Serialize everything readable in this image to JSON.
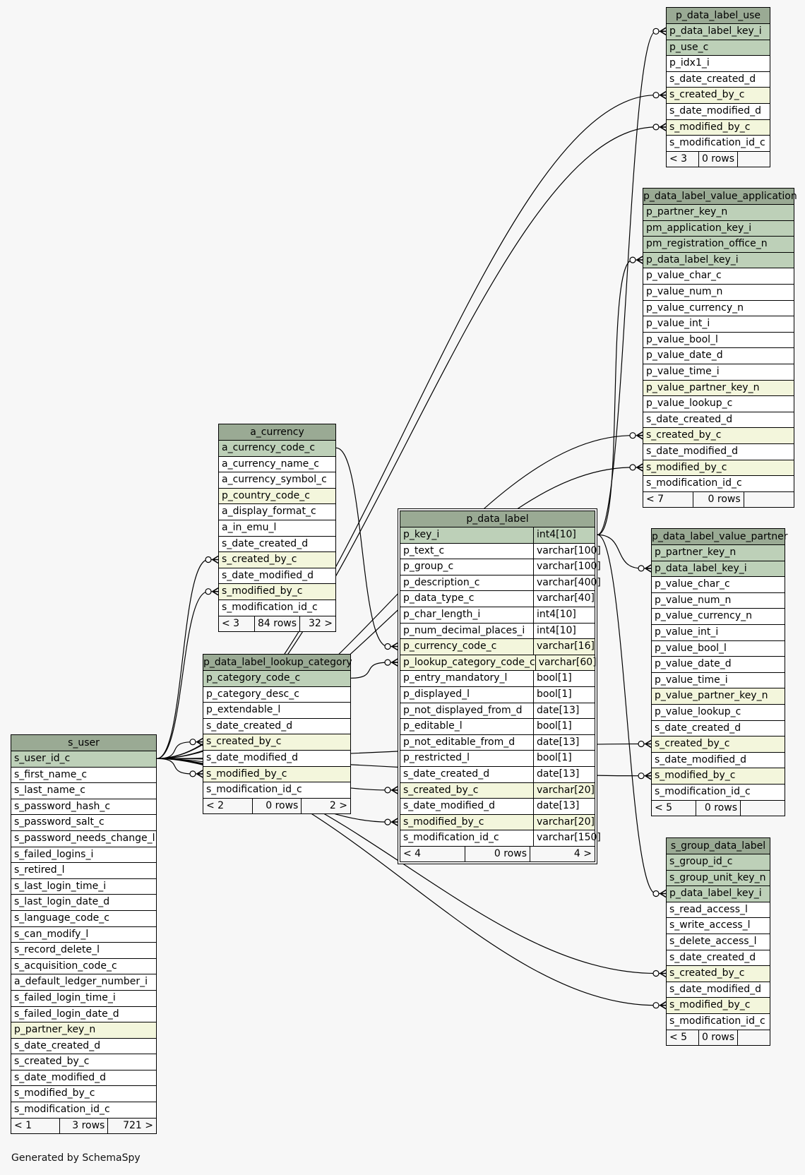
{
  "tables": [
    {
      "id": "p_data_label_use",
      "name": "p_data_label_use",
      "focus": false,
      "rows": [
        {
          "n": "p_data_label_key_i",
          "k": "pk"
        },
        {
          "n": "p_use_c",
          "k": "pk"
        },
        {
          "n": "p_idx1_i",
          "k": ""
        },
        {
          "n": "s_date_created_d",
          "k": ""
        },
        {
          "n": "s_created_by_c",
          "k": "fk"
        },
        {
          "n": "s_date_modified_d",
          "k": ""
        },
        {
          "n": "s_modified_by_c",
          "k": "fk"
        },
        {
          "n": "s_modification_id_c",
          "k": ""
        }
      ],
      "footer": [
        "< 3",
        "0 rows",
        ""
      ]
    },
    {
      "id": "p_data_label_value_application",
      "name": "p_data_label_value_application",
      "focus": false,
      "rows": [
        {
          "n": "p_partner_key_n",
          "k": "pk"
        },
        {
          "n": "pm_application_key_i",
          "k": "pk"
        },
        {
          "n": "pm_registration_office_n",
          "k": "pk"
        },
        {
          "n": "p_data_label_key_i",
          "k": "pk"
        },
        {
          "n": "p_value_char_c",
          "k": ""
        },
        {
          "n": "p_value_num_n",
          "k": ""
        },
        {
          "n": "p_value_currency_n",
          "k": ""
        },
        {
          "n": "p_value_int_i",
          "k": ""
        },
        {
          "n": "p_value_bool_l",
          "k": ""
        },
        {
          "n": "p_value_date_d",
          "k": ""
        },
        {
          "n": "p_value_time_i",
          "k": ""
        },
        {
          "n": "p_value_partner_key_n",
          "k": "fk"
        },
        {
          "n": "p_value_lookup_c",
          "k": ""
        },
        {
          "n": "s_date_created_d",
          "k": ""
        },
        {
          "n": "s_created_by_c",
          "k": "fk"
        },
        {
          "n": "s_date_modified_d",
          "k": ""
        },
        {
          "n": "s_modified_by_c",
          "k": "fk"
        },
        {
          "n": "s_modification_id_c",
          "k": ""
        }
      ],
      "footer": [
        "< 7",
        "0 rows",
        ""
      ]
    },
    {
      "id": "a_currency",
      "name": "a_currency",
      "focus": false,
      "rows": [
        {
          "n": "a_currency_code_c",
          "k": "pk"
        },
        {
          "n": "a_currency_name_c",
          "k": ""
        },
        {
          "n": "a_currency_symbol_c",
          "k": ""
        },
        {
          "n": "p_country_code_c",
          "k": "fk"
        },
        {
          "n": "a_display_format_c",
          "k": ""
        },
        {
          "n": "a_in_emu_l",
          "k": ""
        },
        {
          "n": "s_date_created_d",
          "k": ""
        },
        {
          "n": "s_created_by_c",
          "k": "fk"
        },
        {
          "n": "s_date_modified_d",
          "k": ""
        },
        {
          "n": "s_modified_by_c",
          "k": "fk"
        },
        {
          "n": "s_modification_id_c",
          "k": ""
        }
      ],
      "footer": [
        "< 3",
        "84 rows",
        "32 >"
      ]
    },
    {
      "id": "p_data_label",
      "name": "p_data_label",
      "focus": true,
      "rows": [
        {
          "n": "p_key_i",
          "t": "int4[10]",
          "k": "pk"
        },
        {
          "n": "p_text_c",
          "t": "varchar[100]",
          "k": ""
        },
        {
          "n": "p_group_c",
          "t": "varchar[100]",
          "k": ""
        },
        {
          "n": "p_description_c",
          "t": "varchar[400]",
          "k": ""
        },
        {
          "n": "p_data_type_c",
          "t": "varchar[40]",
          "k": ""
        },
        {
          "n": "p_char_length_i",
          "t": "int4[10]",
          "k": ""
        },
        {
          "n": "p_num_decimal_places_i",
          "t": "int4[10]",
          "k": ""
        },
        {
          "n": "p_currency_code_c",
          "t": "varchar[16]",
          "k": "fk"
        },
        {
          "n": "p_lookup_category_code_c",
          "t": "varchar[60]",
          "k": "fk"
        },
        {
          "n": "p_entry_mandatory_l",
          "t": "bool[1]",
          "k": ""
        },
        {
          "n": "p_displayed_l",
          "t": "bool[1]",
          "k": ""
        },
        {
          "n": "p_not_displayed_from_d",
          "t": "date[13]",
          "k": ""
        },
        {
          "n": "p_editable_l",
          "t": "bool[1]",
          "k": ""
        },
        {
          "n": "p_not_editable_from_d",
          "t": "date[13]",
          "k": ""
        },
        {
          "n": "p_restricted_l",
          "t": "bool[1]",
          "k": ""
        },
        {
          "n": "s_date_created_d",
          "t": "date[13]",
          "k": ""
        },
        {
          "n": "s_created_by_c",
          "t": "varchar[20]",
          "k": "fk"
        },
        {
          "n": "s_date_modified_d",
          "t": "date[13]",
          "k": ""
        },
        {
          "n": "s_modified_by_c",
          "t": "varchar[20]",
          "k": "fk"
        },
        {
          "n": "s_modification_id_c",
          "t": "varchar[150]",
          "k": ""
        }
      ],
      "footer": [
        "< 4",
        "0 rows",
        "4 >"
      ]
    },
    {
      "id": "p_data_label_value_partner",
      "name": "p_data_label_value_partner",
      "focus": false,
      "rows": [
        {
          "n": "p_partner_key_n",
          "k": "pk"
        },
        {
          "n": "p_data_label_key_i",
          "k": "pk"
        },
        {
          "n": "p_value_char_c",
          "k": ""
        },
        {
          "n": "p_value_num_n",
          "k": ""
        },
        {
          "n": "p_value_currency_n",
          "k": ""
        },
        {
          "n": "p_value_int_i",
          "k": ""
        },
        {
          "n": "p_value_bool_l",
          "k": ""
        },
        {
          "n": "p_value_date_d",
          "k": ""
        },
        {
          "n": "p_value_time_i",
          "k": ""
        },
        {
          "n": "p_value_partner_key_n",
          "k": "fk"
        },
        {
          "n": "p_value_lookup_c",
          "k": ""
        },
        {
          "n": "s_date_created_d",
          "k": ""
        },
        {
          "n": "s_created_by_c",
          "k": "fk"
        },
        {
          "n": "s_date_modified_d",
          "k": ""
        },
        {
          "n": "s_modified_by_c",
          "k": "fk"
        },
        {
          "n": "s_modification_id_c",
          "k": ""
        }
      ],
      "footer": [
        "< 5",
        "0 rows",
        ""
      ]
    },
    {
      "id": "p_data_label_lookup_category",
      "name": "p_data_label_lookup_category",
      "focus": false,
      "rows": [
        {
          "n": "p_category_code_c",
          "k": "pk"
        },
        {
          "n": "p_category_desc_c",
          "k": ""
        },
        {
          "n": "p_extendable_l",
          "k": ""
        },
        {
          "n": "s_date_created_d",
          "k": ""
        },
        {
          "n": "s_created_by_c",
          "k": "fk"
        },
        {
          "n": "s_date_modified_d",
          "k": ""
        },
        {
          "n": "s_modified_by_c",
          "k": "fk"
        },
        {
          "n": "s_modification_id_c",
          "k": ""
        }
      ],
      "footer": [
        "< 2",
        "0 rows",
        "2 >"
      ]
    },
    {
      "id": "s_user",
      "name": "s_user",
      "focus": false,
      "rows": [
        {
          "n": "s_user_id_c",
          "k": "pk"
        },
        {
          "n": "s_first_name_c",
          "k": ""
        },
        {
          "n": "s_last_name_c",
          "k": ""
        },
        {
          "n": "s_password_hash_c",
          "k": ""
        },
        {
          "n": "s_password_salt_c",
          "k": ""
        },
        {
          "n": "s_password_needs_change_l",
          "k": ""
        },
        {
          "n": "s_failed_logins_i",
          "k": ""
        },
        {
          "n": "s_retired_l",
          "k": ""
        },
        {
          "n": "s_last_login_time_i",
          "k": ""
        },
        {
          "n": "s_last_login_date_d",
          "k": ""
        },
        {
          "n": "s_language_code_c",
          "k": ""
        },
        {
          "n": "s_can_modify_l",
          "k": ""
        },
        {
          "n": "s_record_delete_l",
          "k": ""
        },
        {
          "n": "s_acquisition_code_c",
          "k": ""
        },
        {
          "n": "a_default_ledger_number_i",
          "k": ""
        },
        {
          "n": "s_failed_login_time_i",
          "k": ""
        },
        {
          "n": "s_failed_login_date_d",
          "k": ""
        },
        {
          "n": "p_partner_key_n",
          "k": "fk"
        },
        {
          "n": "s_date_created_d",
          "k": ""
        },
        {
          "n": "s_created_by_c",
          "k": ""
        },
        {
          "n": "s_date_modified_d",
          "k": ""
        },
        {
          "n": "s_modified_by_c",
          "k": ""
        },
        {
          "n": "s_modification_id_c",
          "k": ""
        }
      ],
      "footer": [
        "< 1",
        "3 rows",
        "721 >"
      ]
    },
    {
      "id": "s_group_data_label",
      "name": "s_group_data_label",
      "focus": false,
      "rows": [
        {
          "n": "s_group_id_c",
          "k": "pk"
        },
        {
          "n": "s_group_unit_key_n",
          "k": "pk"
        },
        {
          "n": "p_data_label_key_i",
          "k": "pk"
        },
        {
          "n": "s_read_access_l",
          "k": ""
        },
        {
          "n": "s_write_access_l",
          "k": ""
        },
        {
          "n": "s_delete_access_l",
          "k": ""
        },
        {
          "n": "s_date_created_d",
          "k": ""
        },
        {
          "n": "s_created_by_c",
          "k": "fk"
        },
        {
          "n": "s_date_modified_d",
          "k": ""
        },
        {
          "n": "s_modified_by_c",
          "k": "fk"
        },
        {
          "n": "s_modification_id_c",
          "k": ""
        }
      ],
      "footer": [
        "< 5",
        "0 rows",
        ""
      ]
    }
  ],
  "relationships": [
    {
      "from": "s_user.s_user_id_c",
      "to": "p_data_label_use.s_created_by_c"
    },
    {
      "from": "s_user.s_user_id_c",
      "to": "p_data_label_use.s_modified_by_c"
    },
    {
      "from": "s_user.s_user_id_c",
      "to": "p_data_label_value_application.s_created_by_c"
    },
    {
      "from": "s_user.s_user_id_c",
      "to": "p_data_label_value_application.s_modified_by_c"
    },
    {
      "from": "s_user.s_user_id_c",
      "to": "a_currency.s_created_by_c"
    },
    {
      "from": "s_user.s_user_id_c",
      "to": "a_currency.s_modified_by_c"
    },
    {
      "from": "s_user.s_user_id_c",
      "to": "p_data_label_lookup_category.s_created_by_c"
    },
    {
      "from": "s_user.s_user_id_c",
      "to": "p_data_label_lookup_category.s_modified_by_c"
    },
    {
      "from": "s_user.s_user_id_c",
      "to": "p_data_label.s_created_by_c"
    },
    {
      "from": "s_user.s_user_id_c",
      "to": "p_data_label.s_modified_by_c"
    },
    {
      "from": "s_user.s_user_id_c",
      "to": "p_data_label_value_partner.s_created_by_c"
    },
    {
      "from": "s_user.s_user_id_c",
      "to": "p_data_label_value_partner.s_modified_by_c"
    },
    {
      "from": "s_user.s_user_id_c",
      "to": "s_group_data_label.s_created_by_c"
    },
    {
      "from": "s_user.s_user_id_c",
      "to": "s_group_data_label.s_modified_by_c"
    },
    {
      "from": "a_currency.a_currency_code_c",
      "to": "p_data_label.p_currency_code_c"
    },
    {
      "from": "p_data_label_lookup_category.p_category_code_c",
      "to": "p_data_label.p_lookup_category_code_c"
    },
    {
      "from": "p_data_label.p_key_i",
      "to": "p_data_label_use.p_data_label_key_i"
    },
    {
      "from": "p_data_label.p_key_i",
      "to": "p_data_label_value_application.p_data_label_key_i"
    },
    {
      "from": "p_data_label.p_key_i",
      "to": "p_data_label_value_partner.p_data_label_key_i"
    },
    {
      "from": "p_data_label.p_key_i",
      "to": "s_group_data_label.p_data_label_key_i"
    }
  ],
  "footer_note": "Generated by SchemaSpy",
  "colors": {
    "background": "#f7f7f7",
    "title": "#9aaa94",
    "primary_key": "#bdd0b8",
    "foreign_key": "#f3f6dc",
    "line": "#000000"
  }
}
